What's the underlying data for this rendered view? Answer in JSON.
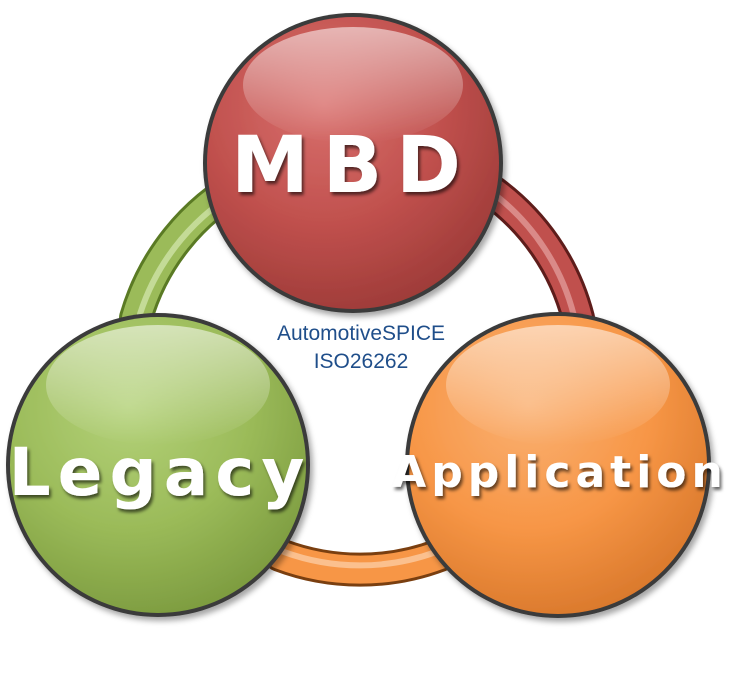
{
  "diagram": {
    "nodes": [
      {
        "id": "mbd",
        "label": "MBD",
        "color": "#c0504d"
      },
      {
        "id": "legacy",
        "label": "Legacy",
        "color": "#9bbb59"
      },
      {
        "id": "application",
        "label": "Application",
        "color": "#f79646"
      }
    ],
    "center_text": {
      "line1": "AutomotiveSPICE",
      "line2": "ISO26262",
      "color": "#1f4e8a"
    },
    "connectors": [
      {
        "from": "legacy",
        "to": "mbd",
        "color": "#9bbb59"
      },
      {
        "from": "mbd",
        "to": "application",
        "color": "#c0504d"
      },
      {
        "from": "application",
        "to": "legacy",
        "color": "#f79646"
      }
    ]
  }
}
